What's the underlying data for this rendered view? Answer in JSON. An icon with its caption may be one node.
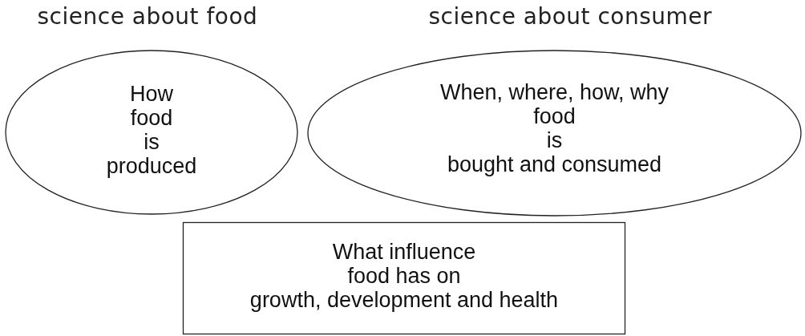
{
  "diagram": {
    "nodes": [
      {
        "text": [
          "science about food",
          "How food is produced"
        ]
      },
      {
        "text": [
          "science about consumer",
          "When, where, how, why food is bought and consumed"
        ]
      },
      {
        "text": [
          "What influence food has on growth, development and health"
        ]
      }
    ]
  }
}
